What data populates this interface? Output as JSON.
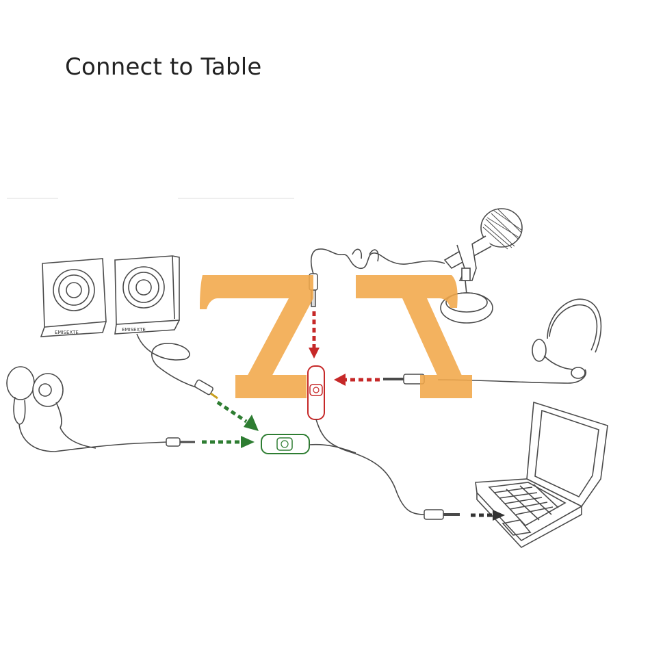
{
  "title": "Connect to Table",
  "colors": {
    "outline": "#4a4a4a",
    "mic_arrow": "#c62828",
    "headphone_arrow": "#2e7d32",
    "output_arrow": "#333333",
    "watermark": "#f2a84a"
  },
  "speaker_brand": "EMISEXTE",
  "icons": [
    "speakers-icon",
    "earphones-icon",
    "microphone-icon",
    "headset-icon",
    "laptop-icon",
    "splitter-icon",
    "watermark-logo"
  ]
}
